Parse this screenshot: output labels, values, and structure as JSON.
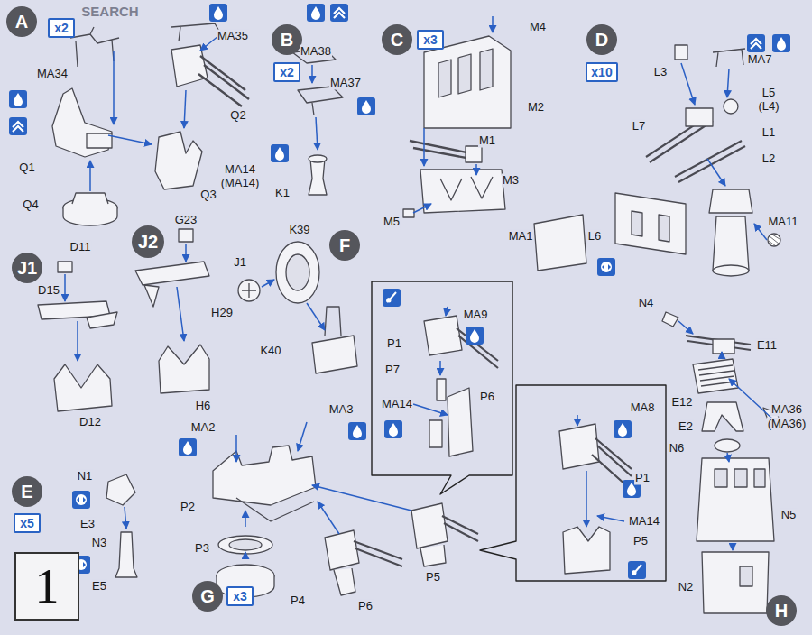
{
  "diagram": {
    "nodes": [
      {
        "text": [
          "A"
        ]
      },
      {
        "text": [
          "x2"
        ]
      },
      {
        "text": [
          "B"
        ]
      },
      {
        "text": [
          "x2"
        ]
      },
      {
        "text": [
          "C"
        ]
      },
      {
        "text": [
          "x3"
        ]
      },
      {
        "text": [
          "D"
        ]
      },
      {
        "text": [
          "x10"
        ]
      },
      {
        "text": [
          "J1"
        ]
      },
      {
        "text": [
          "J2"
        ]
      },
      {
        "text": [
          "F"
        ]
      },
      {
        "text": [
          "E"
        ]
      },
      {
        "text": [
          "x5"
        ]
      },
      {
        "text": [
          "1"
        ]
      },
      {
        "text": [
          "G"
        ]
      },
      {
        "text": [
          "x3"
        ]
      },
      {
        "text": [
          "H"
        ]
      }
    ],
    "labels": [
      "SEARCH",
      "MA34",
      "Q1",
      "Q4",
      "MA35",
      "Q2",
      "MA14",
      "(MA14)",
      "Q3",
      "MA38",
      "MA37",
      "K1",
      "M4",
      "M2",
      "M1",
      "M3",
      "M5",
      "L3",
      "MA7",
      "L5",
      "(L4)",
      "L7",
      "L1",
      "L2",
      "MA1",
      "L6",
      "MA11",
      "D11",
      "D15",
      "D12",
      "G23",
      "H29",
      "H6",
      "K39",
      "J1",
      "K40",
      "MA9",
      "P1",
      "P7",
      "MA14",
      "P6",
      "N4",
      "E11",
      "E12",
      "MA8",
      "E2",
      "MA36",
      "(MA36)",
      "N6",
      "P1",
      "MA14",
      "P5",
      "N5",
      "N2",
      "MA2",
      "MA3",
      "P2",
      "P3",
      "P6",
      "P5",
      "P4",
      "N1",
      "E3",
      "N3",
      "E5"
    ]
  }
}
